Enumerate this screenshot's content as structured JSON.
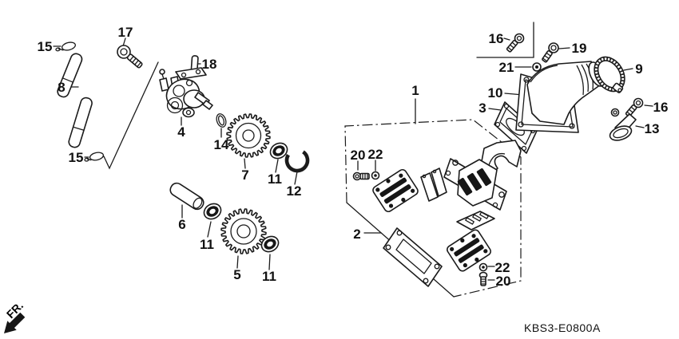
{
  "page": {
    "part_code": "KBS3-E0800A",
    "fr_label": "FR."
  },
  "callouts": {
    "n1": "1",
    "n2": "2",
    "n3": "3",
    "n4": "4",
    "n5": "5",
    "n6": "6",
    "n7": "7",
    "n8": "8",
    "n9": "9",
    "n10": "10",
    "n11": "11",
    "n12": "12",
    "n13": "13",
    "n14": "14",
    "n15": "15",
    "n16": "16",
    "n17": "17",
    "n18": "18",
    "n19": "19",
    "n20": "20",
    "n21": "21",
    "n22": "22"
  }
}
